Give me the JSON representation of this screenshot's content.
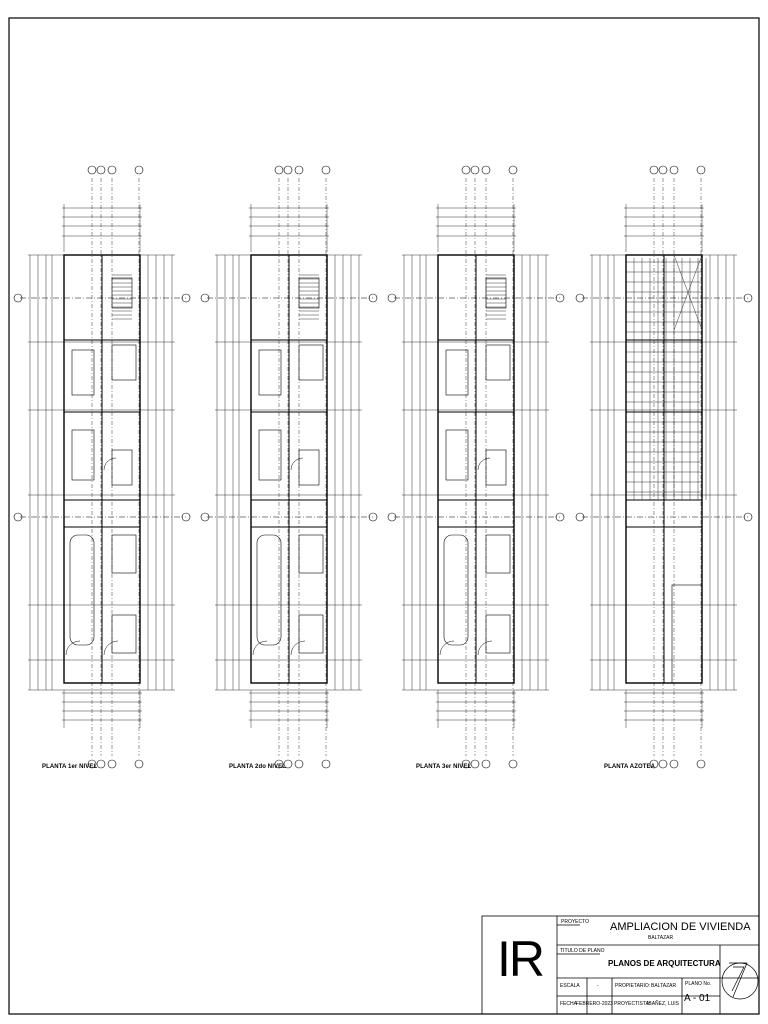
{
  "plans": [
    {
      "label": "PLANTA 1er NIVEL"
    },
    {
      "label": "PLANTA 2do NIVEL"
    },
    {
      "label": "PLANTA 3er NIVEL"
    },
    {
      "label": "PLANTA AZOTEA"
    }
  ],
  "title_block": {
    "logo": "IR",
    "proyecto_label": "PROYECTO",
    "proyecto_value": "AMPLIACION DE VIVIENDA",
    "proyecto_sub": "BALTAZAR",
    "titulo_label": "TITULO DE PLANO",
    "titulo_value": "PLANOS DE ARQUITECTURA",
    "escala_label": "ESCALA",
    "escala_value": "-",
    "propietario_label": "PROPIETARIO:",
    "propietario_value": "BALTAZAR",
    "plano_label": "PLANO No.",
    "plano_value": "A - 01",
    "fecha_label": "FECHA",
    "fecha_value": "FEBRERO-2023",
    "proyectista_label": "PROYECTISTA:",
    "proyectista_value": "IBAÑEZ, LUIS"
  }
}
